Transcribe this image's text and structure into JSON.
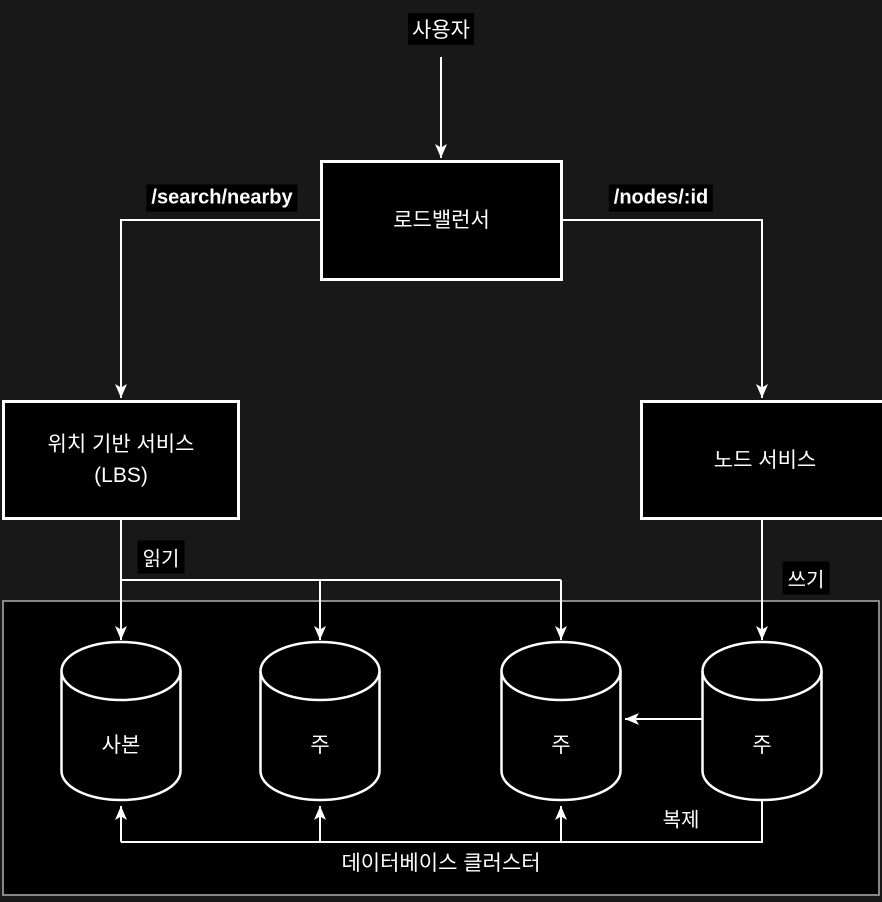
{
  "diagram_title": "데이터베이스 클러스터",
  "colors": {
    "background": "#181818",
    "node_fill": "#000000",
    "node_border": "#ffffff",
    "line": "#ffffff",
    "text": "#ffffff",
    "cluster_border": "#878787",
    "cluster_fill": "#000000",
    "label_background": "#000000"
  },
  "nodes": {
    "user": "사용자",
    "load_balancer": "로드밸런서",
    "lbs_line1": "위치 기반 서비스",
    "lbs_line2": "(LBS)",
    "node_service": "노드 서비스"
  },
  "edges": {
    "search_nearby": "/search/nearby",
    "nodes_id": "/nodes/:id",
    "read": "읽기",
    "write": "쓰기",
    "replication": "복제"
  },
  "cluster": {
    "title": "데이터베이스 클러스터",
    "databases": [
      {
        "label": "사본",
        "role": "replica"
      },
      {
        "label": "주",
        "role": "primary"
      },
      {
        "label": "주",
        "role": "primary"
      },
      {
        "label": "주",
        "role": "primary"
      }
    ]
  }
}
